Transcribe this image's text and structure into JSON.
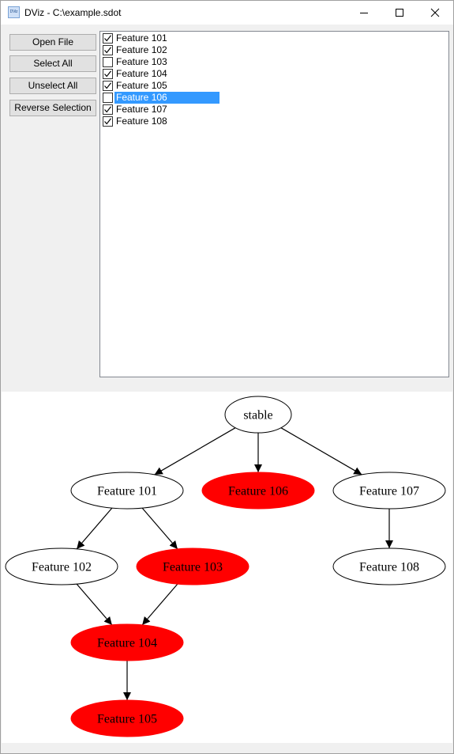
{
  "window": {
    "title": "DViz - C:\\example.sdot",
    "app_icon_text": "DViz"
  },
  "sidebar": {
    "open_file": "Open File",
    "select_all": "Select All",
    "unselect_all": "Unselect All",
    "reverse_selection": "Reverse Selection"
  },
  "features": [
    {
      "label": "Feature 101",
      "checked": true,
      "selected": false
    },
    {
      "label": "Feature 102",
      "checked": true,
      "selected": false
    },
    {
      "label": "Feature 103",
      "checked": false,
      "selected": false
    },
    {
      "label": "Feature 104",
      "checked": true,
      "selected": false
    },
    {
      "label": "Feature 105",
      "checked": true,
      "selected": false
    },
    {
      "label": "Feature 106",
      "checked": false,
      "selected": true
    },
    {
      "label": "Feature 107",
      "checked": true,
      "selected": false
    },
    {
      "label": "Feature 108",
      "checked": true,
      "selected": false
    }
  ],
  "graph": {
    "colors": {
      "highlight_fill": "#ff0000",
      "normal_fill": "#ffffff",
      "selection": "#3399ff"
    },
    "nodes": [
      {
        "id": "stable",
        "label": "stable",
        "highlight": false
      },
      {
        "id": "f101",
        "label": "Feature 101",
        "highlight": false
      },
      {
        "id": "f106",
        "label": "Feature 106",
        "highlight": true
      },
      {
        "id": "f107",
        "label": "Feature 107",
        "highlight": false
      },
      {
        "id": "f102",
        "label": "Feature 102",
        "highlight": false
      },
      {
        "id": "f103",
        "label": "Feature 103",
        "highlight": true
      },
      {
        "id": "f108",
        "label": "Feature 108",
        "highlight": false
      },
      {
        "id": "f104",
        "label": "Feature 104",
        "highlight": true
      },
      {
        "id": "f105",
        "label": "Feature 105",
        "highlight": true
      }
    ],
    "edges": [
      {
        "from": "stable",
        "to": "f101"
      },
      {
        "from": "stable",
        "to": "f106"
      },
      {
        "from": "stable",
        "to": "f107"
      },
      {
        "from": "f101",
        "to": "f102"
      },
      {
        "from": "f101",
        "to": "f103"
      },
      {
        "from": "f107",
        "to": "f108"
      },
      {
        "from": "f102",
        "to": "f104"
      },
      {
        "from": "f103",
        "to": "f104"
      },
      {
        "from": "f104",
        "to": "f105"
      }
    ]
  }
}
